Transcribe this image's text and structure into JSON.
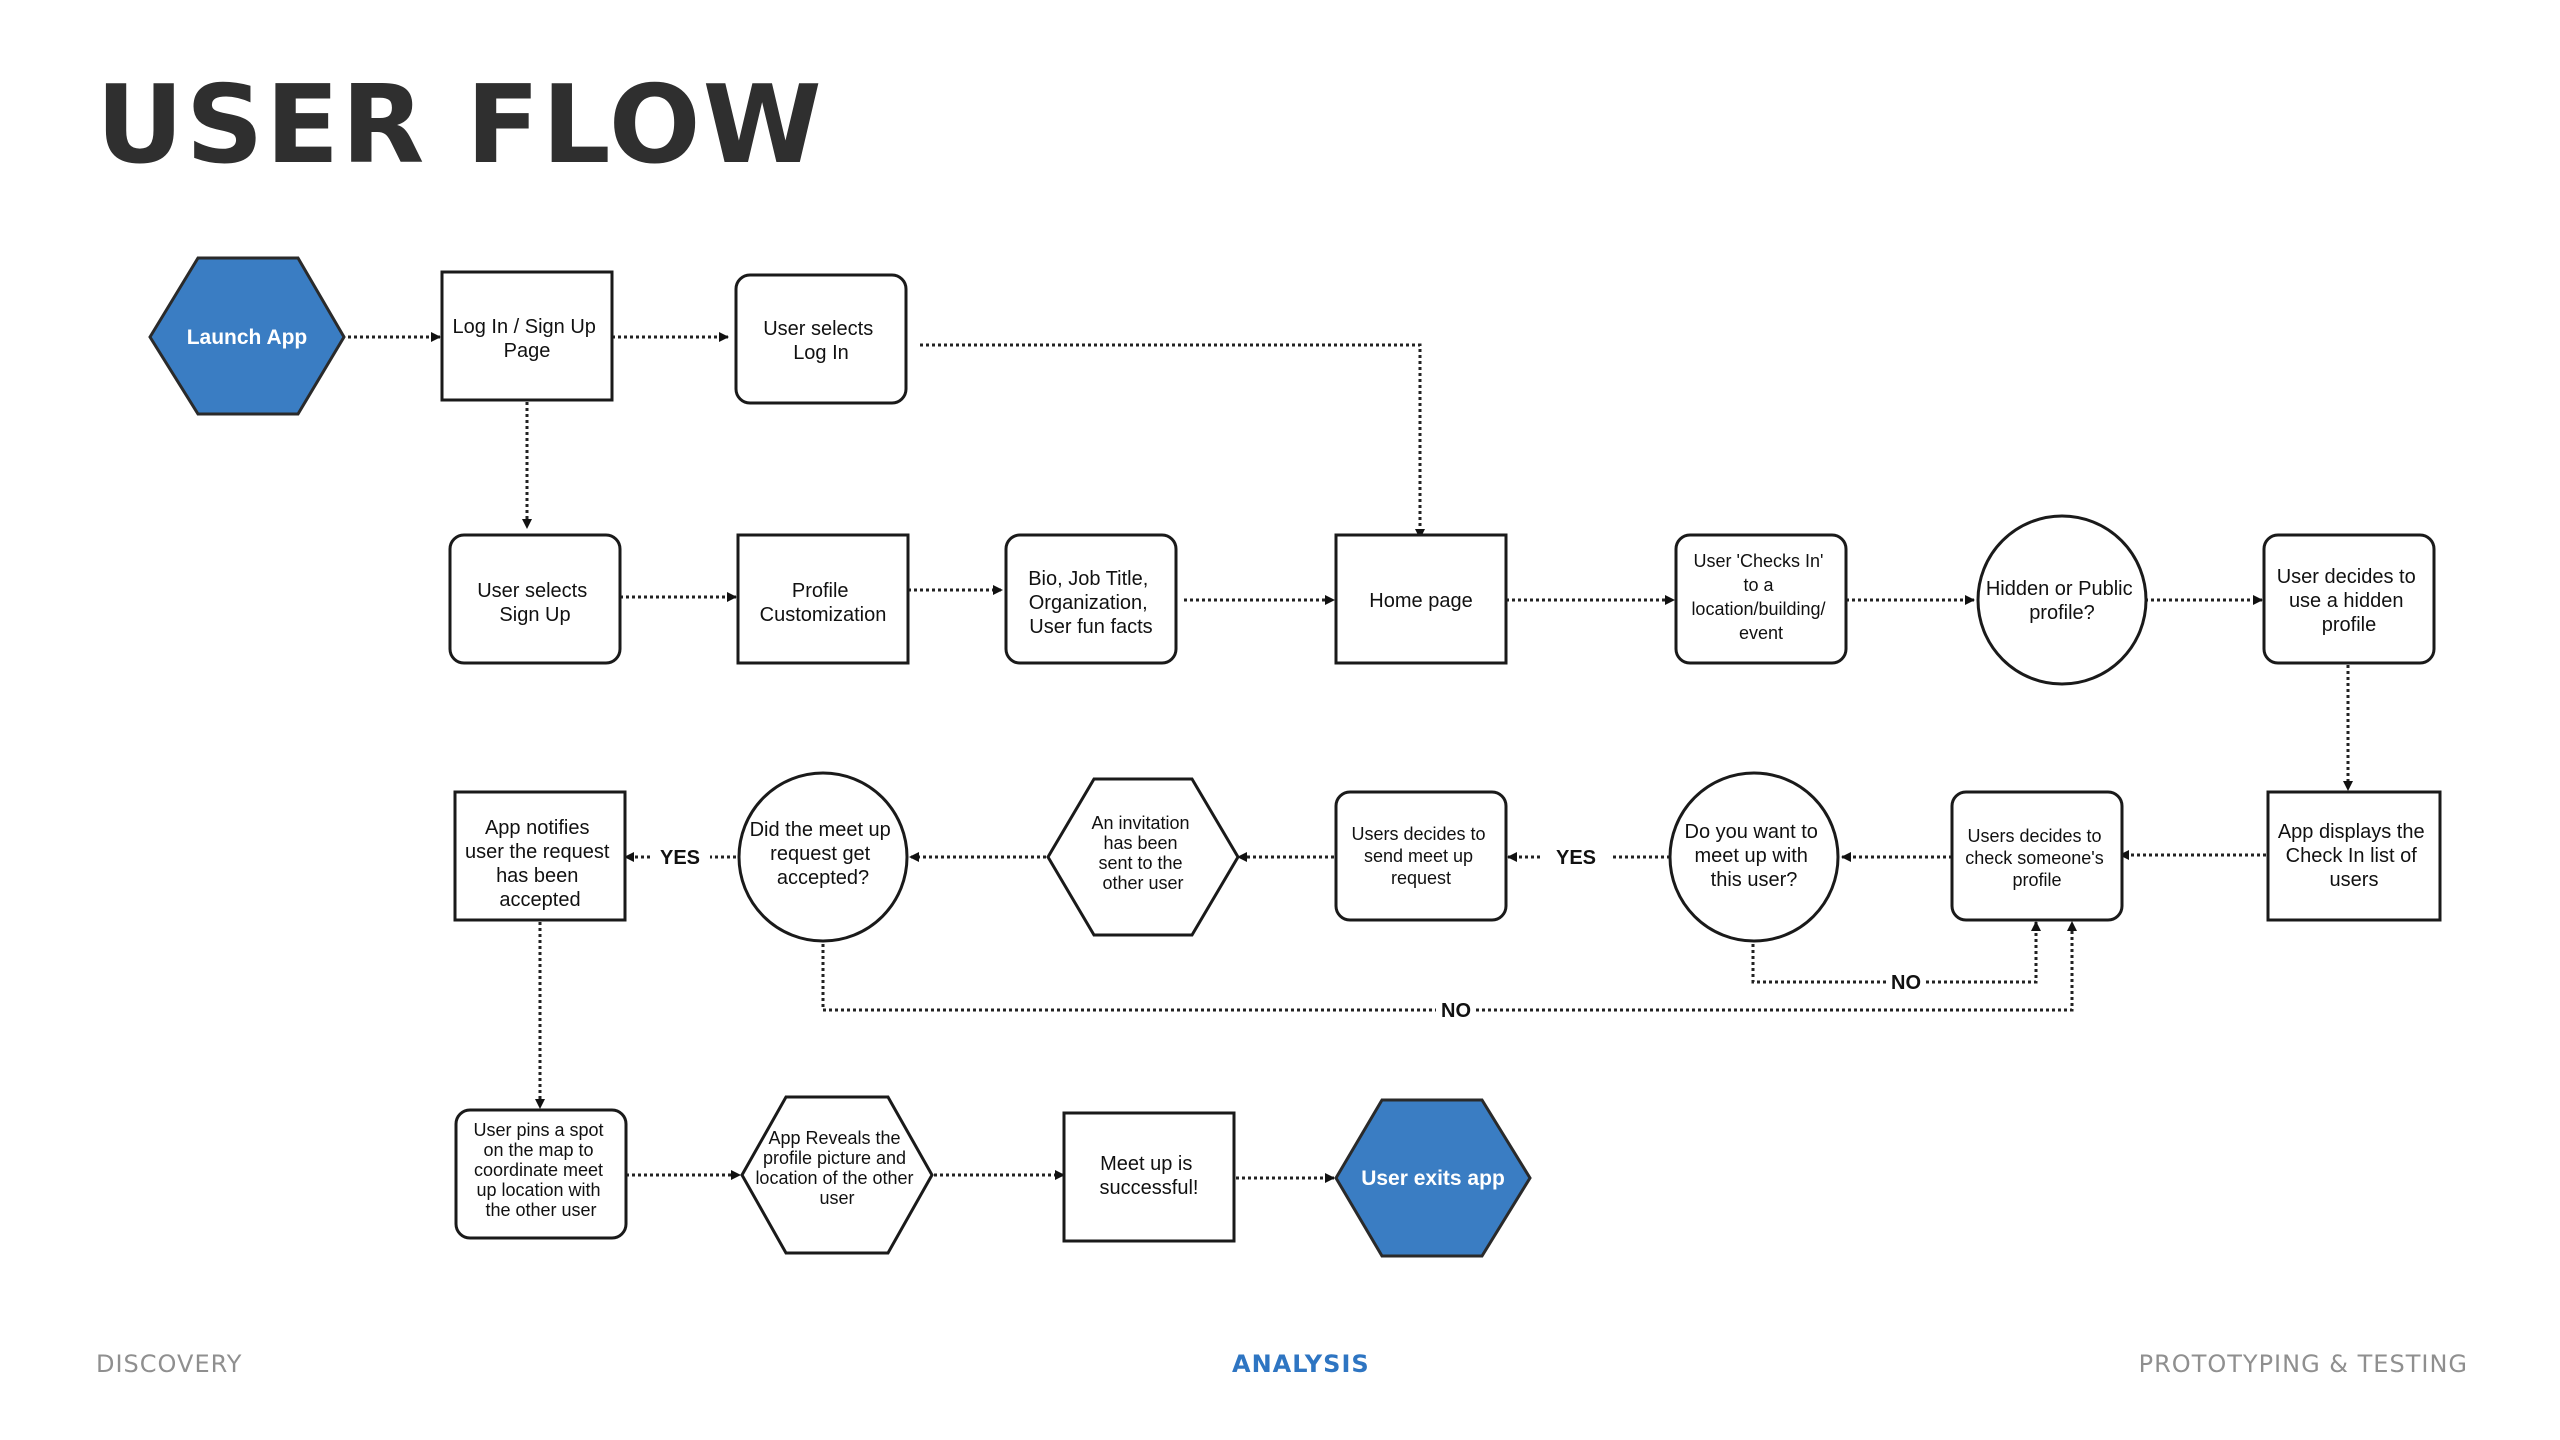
{
  "title": "USER FLOW",
  "colors": {
    "accent": "#3a7dc3",
    "stroke": "#1a1a1a",
    "text": "#111111"
  },
  "nodes": {
    "launch": "Launch App",
    "login_page": [
      "Log In / Sign Up",
      "Page"
    ],
    "select_login": [
      "User selects",
      "Log In"
    ],
    "select_signup": [
      "User selects",
      "Sign Up"
    ],
    "profile_custom": [
      "Profile",
      "Customization"
    ],
    "bio": [
      "Bio, Job Title,",
      "Organization,",
      "User fun facts"
    ],
    "home": "Home page",
    "checkin": [
      "User 'Checks In'",
      "to a",
      "location/building/",
      "event"
    ],
    "hidden_public": [
      "Hidden or Public",
      "profile?"
    ],
    "hidden_profile": [
      "User decides to",
      "use a hidden",
      "profile"
    ],
    "checkin_list": [
      "App displays the",
      "Check In list of",
      "users"
    ],
    "check_profile": [
      "Users decides to",
      "check someone's",
      "profile"
    ],
    "want_meet": [
      "Do you want to",
      "meet up with",
      "this user?"
    ],
    "send_request": [
      "Users decides to",
      "send meet up",
      "request"
    ],
    "invitation": [
      "An invitation",
      "has been",
      "sent to the",
      "other user"
    ],
    "accepted_q": [
      "Did the meet up",
      "request get",
      "accepted?"
    ],
    "notify": [
      "App notifies",
      "user the request",
      "has been",
      "accepted"
    ],
    "pin_spot": [
      "User pins a spot",
      "on the map to",
      "coordinate meet",
      "up location with",
      "the other user"
    ],
    "reveal": [
      "App Reveals the",
      "profile picture and",
      "location of the other",
      "user"
    ],
    "success": [
      "Meet up is",
      "successful!"
    ],
    "exit": "User exits app"
  },
  "edge_labels": {
    "yes_1": "YES",
    "yes_2": "YES",
    "no_1": "NO",
    "no_2": "NO"
  },
  "footer": {
    "discovery": "DISCOVERY",
    "analysis": "ANALYSIS",
    "prototyping": "PROTOTYPING & TESTING"
  }
}
